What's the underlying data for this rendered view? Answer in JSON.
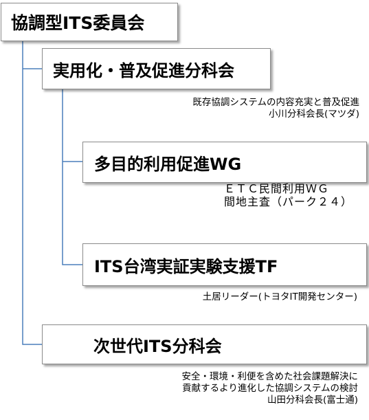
{
  "colors": {
    "connector": "#4a7ebb",
    "box_border": "#8a8a8a",
    "text": "#000000"
  },
  "root": {
    "title": "協調型ITS委員会"
  },
  "children": [
    {
      "title": "実用化・普及促進分科会",
      "note": [
        "既存協調システムの内容充実と普及促進",
        "小川分科会長(マツダ)"
      ],
      "children": [
        {
          "title": "多目的利用促進WG",
          "note": [
            "ＥＴＣ民間利用ＷＧ",
            "間地主査（パーク２４）"
          ]
        },
        {
          "title": "ITS台湾実証実験支援TF",
          "note": [
            "土居リーダー(トヨタIT開発センター)"
          ]
        }
      ]
    },
    {
      "title": "次世代ITS分科会",
      "note": [
        "安全・環境・利便を含めた社会課題解決に",
        "貢献するより進化した協調システムの検討",
        "山田分科会長(富士通)"
      ]
    }
  ]
}
